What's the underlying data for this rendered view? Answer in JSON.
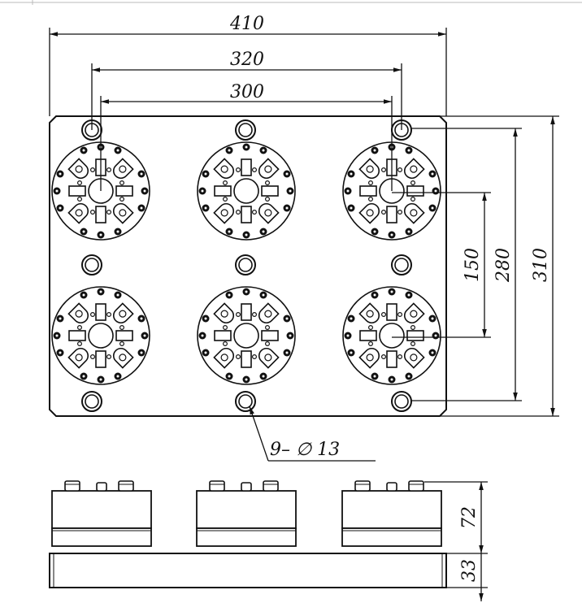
{
  "dimensions": {
    "overall_width": "410",
    "chuck_outer_spacing": "320",
    "chuck_inner_spacing": "300",
    "row_spacing": "150",
    "outer_hole_spacing": "280",
    "overall_height": "310",
    "chuck_height": "72",
    "plate_thickness": "33"
  },
  "callout": {
    "holes_label": "9– ∅ 13"
  },
  "colors": {
    "line": "#111111",
    "background": "#ffffff",
    "hole_fill": "#111111"
  }
}
